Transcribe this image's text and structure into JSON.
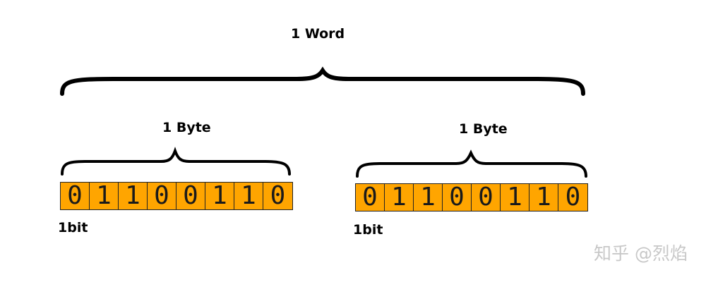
{
  "word": {
    "label": "1 Word"
  },
  "bytes": [
    {
      "label": "1 Byte",
      "bits": [
        "0",
        "1",
        "1",
        "0",
        "0",
        "1",
        "1",
        "0"
      ],
      "bit_label": "1bit"
    },
    {
      "label": "1 Byte",
      "bits": [
        "0",
        "1",
        "1",
        "0",
        "0",
        "1",
        "1",
        "0"
      ],
      "bit_label": "1bit"
    }
  ],
  "watermark": "知乎 @烈焰",
  "colors": {
    "bit_fill": "#FFA500",
    "outline": "#222222"
  }
}
